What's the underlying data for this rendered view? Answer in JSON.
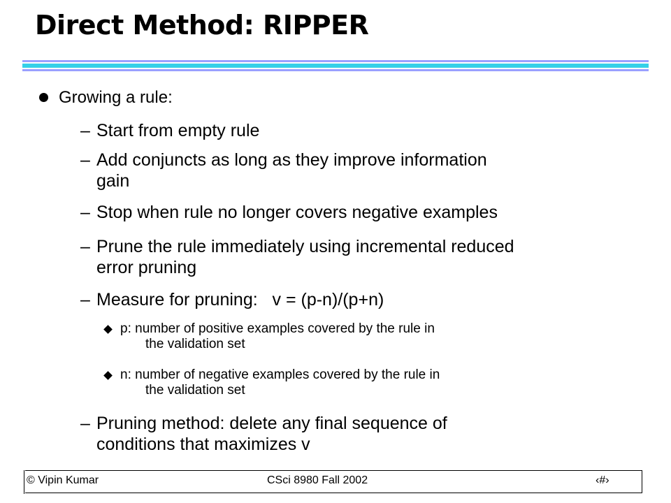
{
  "slide": {
    "title": "Direct Method: RIPPER",
    "bullet": "Growing a rule:",
    "items": [
      "Start from empty rule",
      "Add conjuncts as long as they improve information",
      "gain",
      "Stop when rule no longer covers negative examples",
      "Prune the rule immediately using incremental reduced",
      "error pruning",
      "Measure for pruning:   v = (p-n)/(p+n)"
    ],
    "subitems": [
      {
        "line1": "p: number of positive examples covered by the rule in",
        "line2": "the validation set"
      },
      {
        "line1": "n: number of negative examples covered by the rule in",
        "line2": "the validation set"
      }
    ],
    "last_item": {
      "line1": "Pruning method: delete any final sequence of",
      "line2": "conditions that maximizes v"
    },
    "dash": "–"
  },
  "footer": {
    "copyright": "© Vipin Kumar",
    "course": "CSci 8980 Fall 2002",
    "page_glyph": "‹#›"
  },
  "colors": {
    "rule_blue": "#9aa0ff",
    "rule_cyan": "#35d0e8"
  }
}
